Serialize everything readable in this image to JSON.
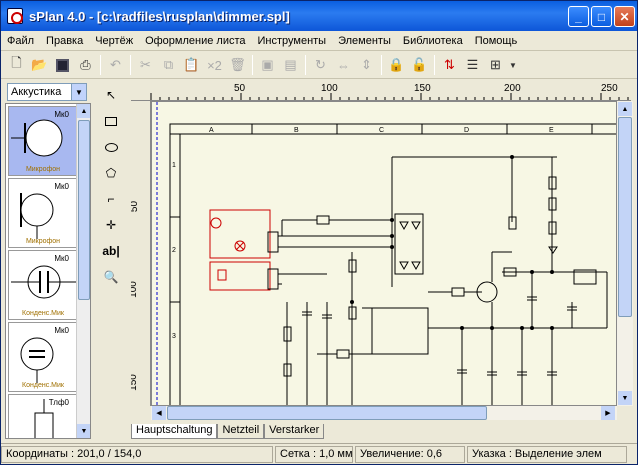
{
  "window": {
    "title": "sPlan 4.0 - [c:\\radfiles\\rusplan\\dimmer.spl]"
  },
  "menu": [
    "Файл",
    "Правка",
    "Чертёж",
    "Оформление листа",
    "Инструменты",
    "Элементы",
    "Библиотека",
    "Помощь"
  ],
  "toolbar": {
    "zoom_x2": "×2"
  },
  "library": {
    "selected": "Аккустика",
    "items": [
      {
        "tag": "Мк0",
        "name": "Микрофон"
      },
      {
        "tag": "Мк0",
        "name": "Микрофон"
      },
      {
        "tag": "Мк0",
        "name": "Конденс.Мик"
      },
      {
        "tag": "Мк0",
        "name": "Конденс.Мик"
      },
      {
        "tag": "Тлф0",
        "name": ""
      }
    ]
  },
  "tools": {
    "text_tool": "ab|"
  },
  "ruler": {
    "top": [
      "50",
      "100",
      "150",
      "200",
      "250"
    ],
    "left": [
      "50",
      "100",
      "150"
    ]
  },
  "frame": {
    "columns": [
      "A",
      "B",
      "C",
      "D",
      "E"
    ],
    "rows": [
      "1",
      "2",
      "3"
    ]
  },
  "tabs": [
    "Hauptschaltung",
    "Netzteil",
    "Verstarker"
  ],
  "status": {
    "coords": "Координаты : 201,0 / 154,0",
    "grid": "Сетка : 1,0 мм",
    "zoom": "Увеличение: 0,6",
    "mode": "Указка : Выделение элем"
  }
}
